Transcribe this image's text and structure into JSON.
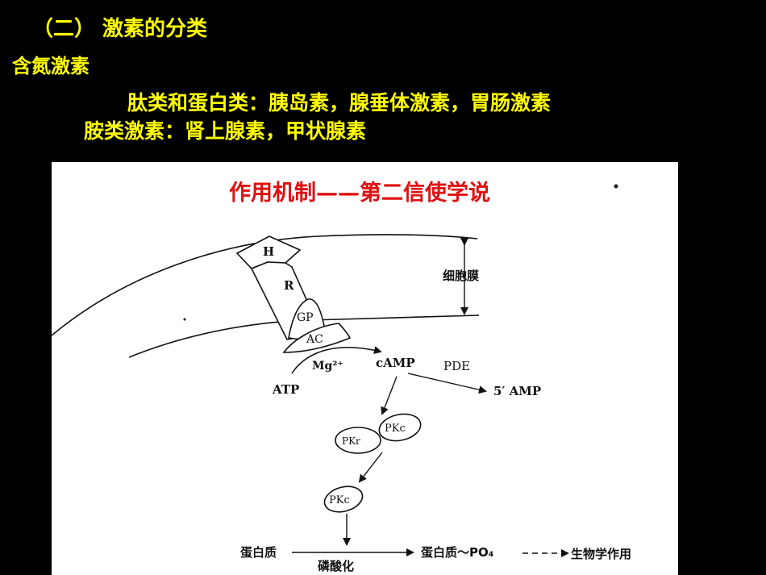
{
  "slide": {
    "section_title": "（二）  激素的分类",
    "subtitle": "含氮激素",
    "line1": "肽类和蛋白类：胰岛素，腺垂体激素，胃肠激素",
    "line2": "胺类激素：肾上腺素，甲状腺素"
  },
  "diagram": {
    "title": "作用机制——第二信使学说",
    "labels": {
      "hormone": "H",
      "receptor": "R",
      "gp": "GP",
      "ac": "AC",
      "membrane": "细胞膜",
      "mg": "Mg²⁺",
      "atp": "ATP",
      "camp": "cAMP",
      "pde": "PDE",
      "amp5": "5′ AMP",
      "pkr": "PKr",
      "pkc_top": "PKc",
      "pkc_bottom": "PKc",
      "protein": "蛋白质",
      "phosphorylation": "磷酸化",
      "protein_po4": "蛋白质～PO₄",
      "bio_effect": "生物学作用"
    }
  }
}
